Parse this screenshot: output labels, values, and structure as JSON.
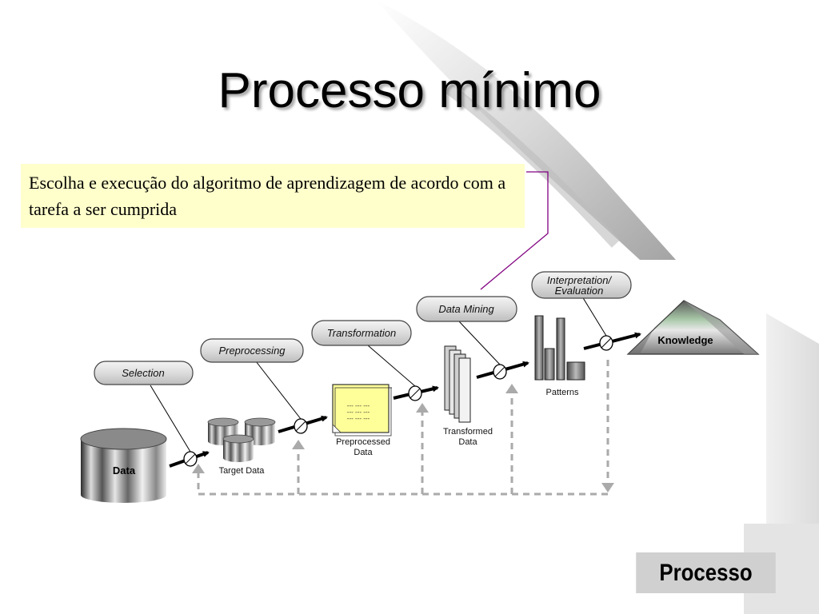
{
  "slide": {
    "title": "Processo mínimo",
    "callout": "Escolha e execução do algoritmo de aprendizagem de acordo com  a tarefa a ser cumprida",
    "nav_button": "Processo"
  },
  "diagram": {
    "steps": [
      "Selection",
      "Preprocessing",
      "Transformation",
      "Data Mining",
      "Interpretation/",
      "Evaluation"
    ],
    "data": "Data",
    "target_data": "Target Data",
    "preprocessed_data": [
      "Preprocessed",
      "Data"
    ],
    "transformed_data": [
      "Transformed",
      "Data"
    ],
    "patterns": "Patterns",
    "knowledge": "Knowledge",
    "doc_lines": [
      "--- --- ---",
      "--- --- ---",
      "--- --- ---"
    ]
  }
}
